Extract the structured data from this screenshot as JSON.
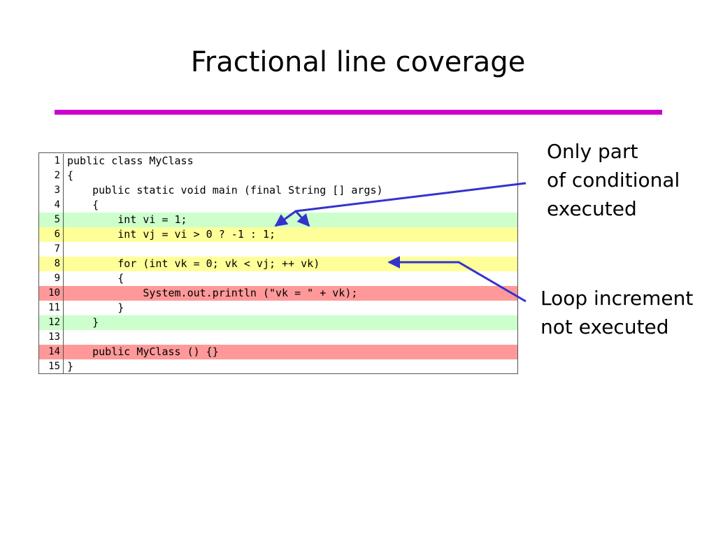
{
  "slide": {
    "title": "Fractional line coverage"
  },
  "colors": {
    "rule": "#cc00cc",
    "covered": "#ccffcc",
    "partial": "#ffff99",
    "uncovered": "#ff9999",
    "arrow": "#3333cc"
  },
  "code": {
    "lines": [
      {
        "num": "1",
        "text": "public class MyClass",
        "status": "none"
      },
      {
        "num": "2",
        "text": "{",
        "status": "none"
      },
      {
        "num": "3",
        "text": "    public static void main (final String [] args)",
        "status": "none"
      },
      {
        "num": "4",
        "text": "    {",
        "status": "none"
      },
      {
        "num": "5",
        "text": "        int vi = 1;",
        "status": "covered"
      },
      {
        "num": "6",
        "text": "        int vj = vi > 0 ? -1 : 1;",
        "status": "partial"
      },
      {
        "num": "7",
        "text": "",
        "status": "none"
      },
      {
        "num": "8",
        "text": "        for (int vk = 0; vk < vj; ++ vk)",
        "status": "partial"
      },
      {
        "num": "9",
        "text": "        {",
        "status": "none"
      },
      {
        "num": "10",
        "text": "            System.out.println (\"vk = \" + vk);",
        "status": "uncovered"
      },
      {
        "num": "11",
        "text": "        }",
        "status": "none"
      },
      {
        "num": "12",
        "text": "    }",
        "status": "covered"
      },
      {
        "num": "13",
        "text": "",
        "status": "none"
      },
      {
        "num": "14",
        "text": "    public MyClass () {}",
        "status": "uncovered"
      },
      {
        "num": "15",
        "text": "}",
        "status": "none"
      }
    ]
  },
  "annotations": {
    "conditional": [
      "Only part",
      "of conditional",
      "executed"
    ],
    "loop": [
      "Loop increment",
      "not executed"
    ]
  }
}
